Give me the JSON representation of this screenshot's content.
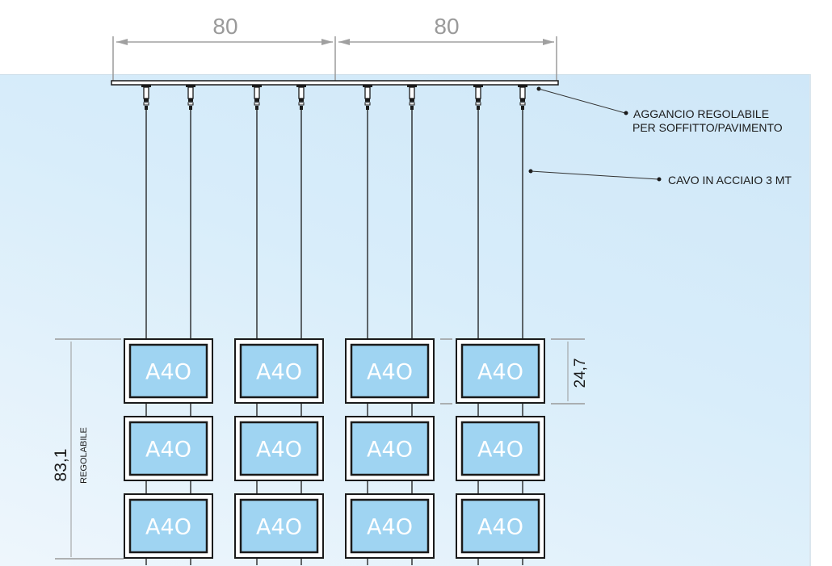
{
  "diagram": {
    "title_dims": {
      "rail_left_width": "80",
      "rail_right_width": "80"
    },
    "callouts": {
      "hanger_line1": "AGGANCIO REGOLABILE",
      "hanger_line2": "PER SOFFITTO/PAVIMENTO",
      "cable": "CAVO IN ACCIAIO 3 MT"
    },
    "dimensions": {
      "frame_height": "24,7",
      "total_height": "83,1",
      "adjustable_label": "REGOLABILE"
    },
    "frames": {
      "columns": 4,
      "rows": 3,
      "label": "A4O"
    },
    "colors": {
      "panel_bg": "#d3eaf9",
      "frame_fill": "#9fd4f2",
      "frame_border": "#1a1a1a",
      "dimension_line": "#9a9a9a",
      "frame_text": "#ffffff"
    }
  }
}
